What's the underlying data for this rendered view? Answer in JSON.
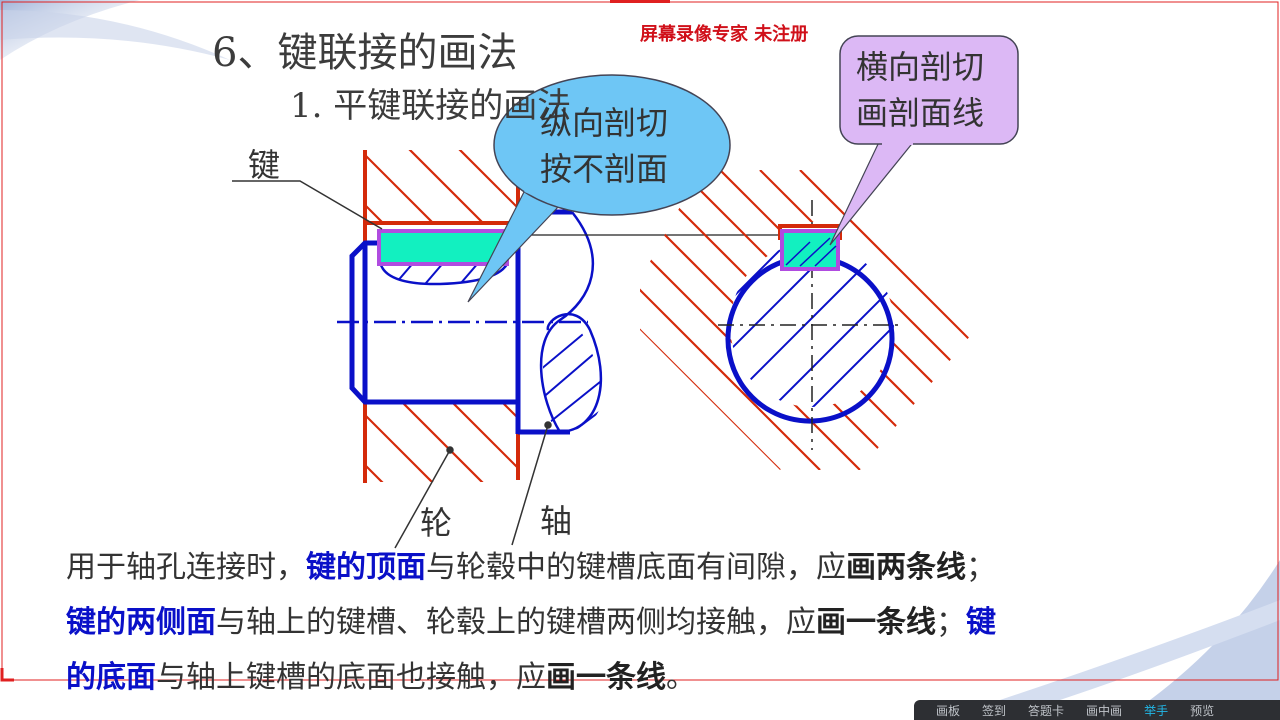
{
  "slide": {
    "title": "6、键联接的画法",
    "subtitle": "1. 平键联接的画法",
    "watermark": "屏幕录像专家  未注册",
    "labels": {
      "key": "键",
      "hub": "轮",
      "shaft": "轴"
    },
    "callout_longitudinal": {
      "line1": "纵向剖切",
      "line2": "按不剖面"
    },
    "callout_transverse": {
      "line1": "横向剖切",
      "line2": "画剖面线"
    },
    "body": {
      "l1_a": "用于轴孔连接时，",
      "l1_b": "键的顶面",
      "l1_c": "与轮毂中的键槽底面有间隙，应",
      "l1_d": "画两条线",
      "l1_e": "；",
      "l2_a": "键的两侧面",
      "l2_b": "与轴上的键槽、轮毂上的键槽两侧均接触，应",
      "l2_c": "画一条线",
      "l2_d": "；",
      "l2_e": "键",
      "l3_a": "的底面",
      "l3_b": "与轴上键槽的底面也接触，应",
      "l3_c": "画一条线",
      "l3_d": "。"
    },
    "colors": {
      "hub": "#d42a0a",
      "shaft": "#0a10c8",
      "key_fill": "#12f0c0",
      "key_border": "#b04ce0",
      "callout1": "#6ec6f5",
      "callout2": "#dcb8f5"
    }
  },
  "toolbar": {
    "items": [
      "画板",
      "签到",
      "答题卡",
      "画中画",
      "举手",
      "预览"
    ],
    "active": "举手"
  }
}
